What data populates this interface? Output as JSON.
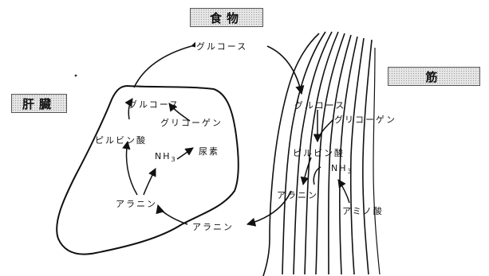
{
  "boxes": {
    "food": "食物",
    "liver": "肝臓",
    "muscle": "筋"
  },
  "labels": {
    "glucose_top": "グルコース",
    "glucose_liver": "グルコース",
    "glycogen_liver": "グリコーゲン",
    "pyruvate_liver": "ピルビン酸",
    "nh_liver": "NH",
    "nh_liver_sub": "3",
    "urea": "尿素",
    "alanine_liver": "アラニン",
    "alanine_bottom": "アラニン",
    "glucose_muscle": "グルコース",
    "glycogen_muscle": "グリコーゲン",
    "pyruvate_muscle": "ピルビン酸",
    "nh_muscle": "NH",
    "nh_muscle_sub": "3",
    "alanine_muscle": "アラニン",
    "amino_acid": "アミノ酸"
  }
}
